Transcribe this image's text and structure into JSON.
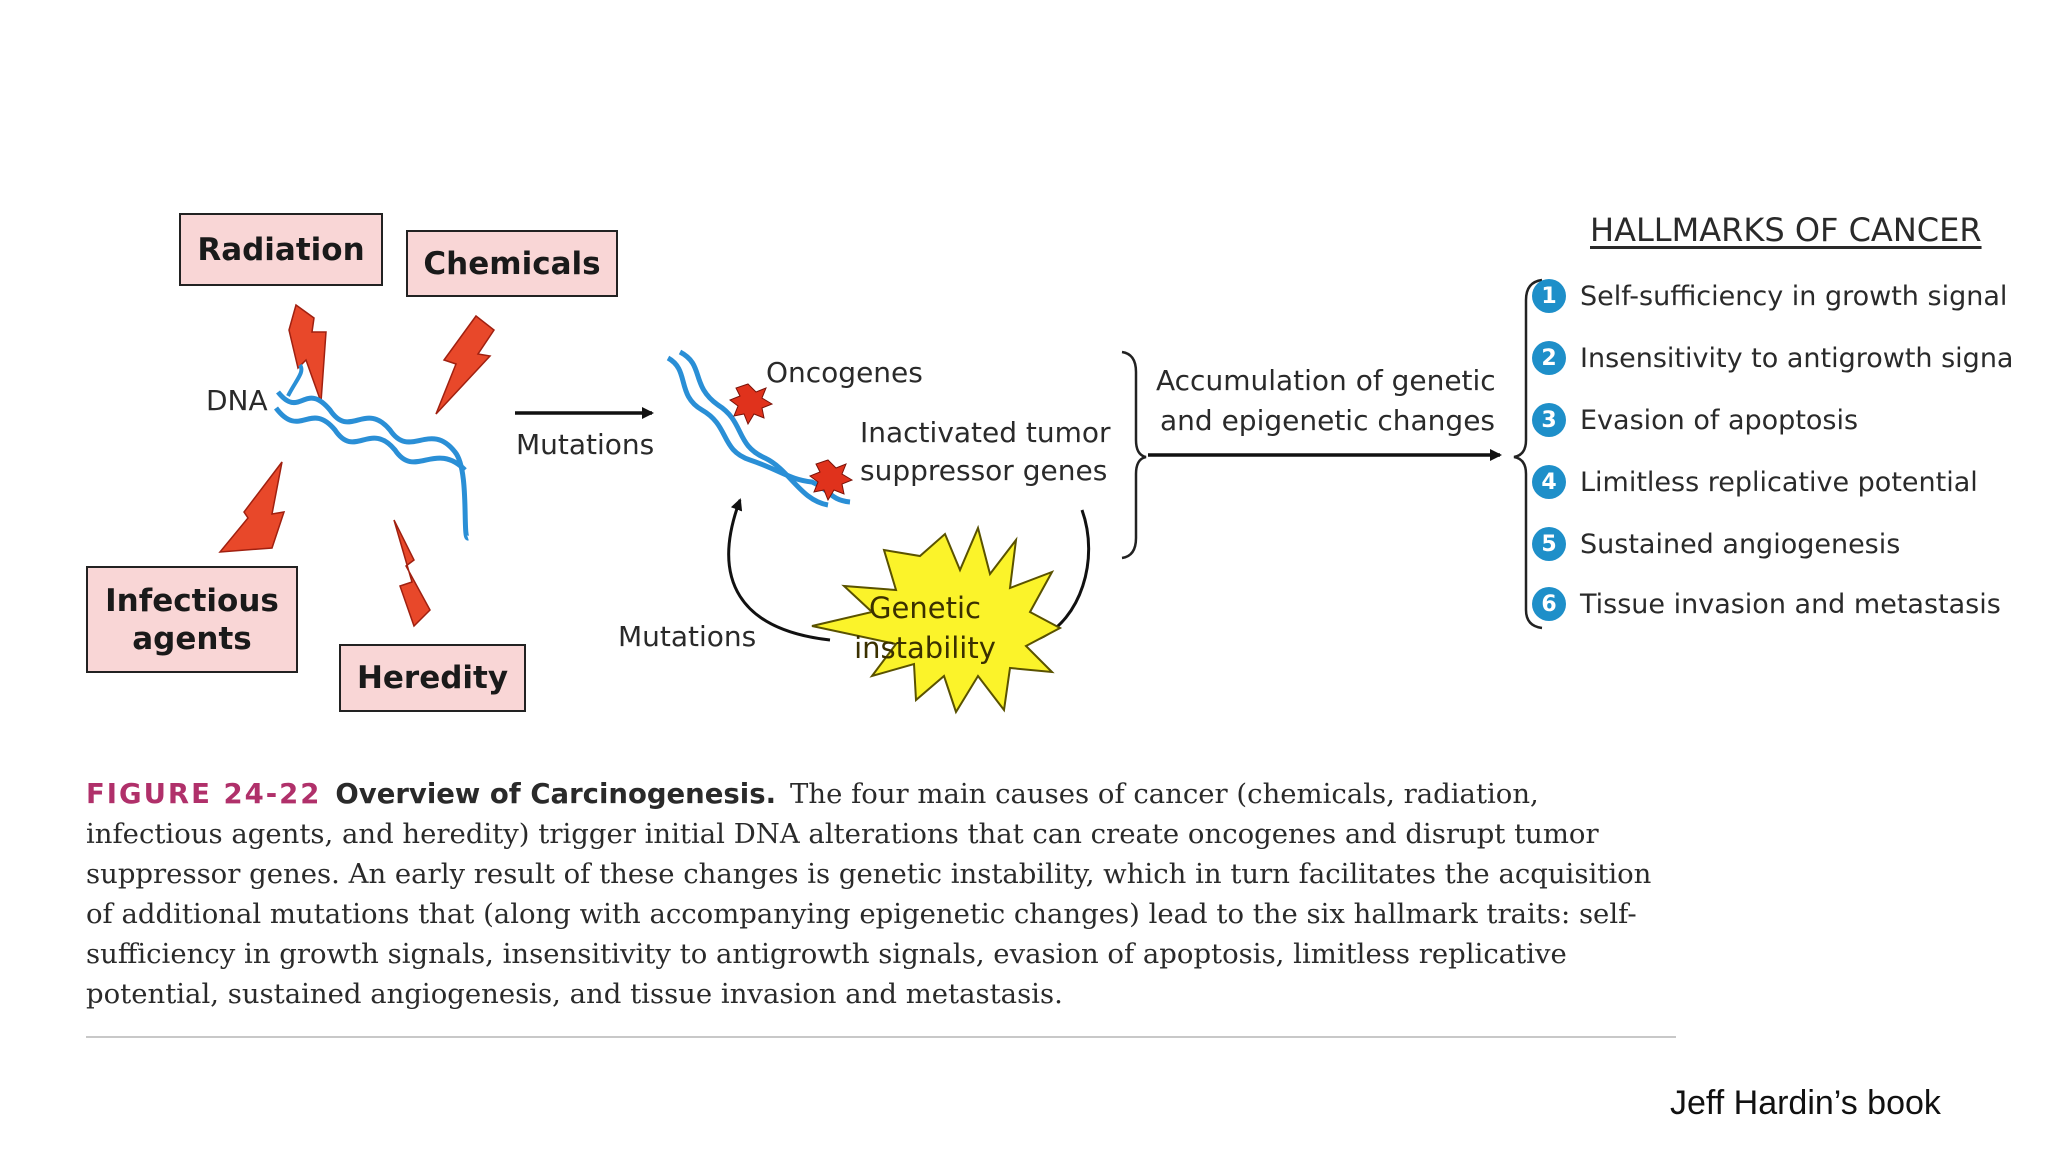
{
  "causes": {
    "radiation": "Radiation",
    "chemicals": "Chemicals",
    "infectious": "Infectious agents",
    "heredity": "Heredity"
  },
  "labels": {
    "dna": "DNA",
    "mutations_top": "Mutations",
    "mutations_bottom": "Mutations",
    "oncogenes": "Oncogenes",
    "inactivated_line1": "Inactivated tumor",
    "inactivated_line2": "suppressor genes",
    "accumulation_line1": "Accumulation of genetic",
    "accumulation_line2": "and epigenetic changes",
    "genetic_instability": "Genetic instability"
  },
  "hallmarks": {
    "title": "HALLMARKS OF CANCER",
    "items": [
      {
        "num": "1",
        "text": "Self-sufficiency in growth signal"
      },
      {
        "num": "2",
        "text": "Insensitivity to antigrowth signa"
      },
      {
        "num": "3",
        "text": "Evasion of apoptosis"
      },
      {
        "num": "4",
        "text": "Limitless replicative potential"
      },
      {
        "num": "5",
        "text": "Sustained angiogenesis"
      },
      {
        "num": "6",
        "text": "Tissue invasion and metastasis"
      }
    ]
  },
  "caption": {
    "figure_number": "FIGURE 24-22",
    "figure_title": "Overview of Carcinogenesis.",
    "text": "The four main causes of cancer (chemicals, radiation, infectious agents, and heredity) trigger initial DNA alterations that can create oncogenes and disrupt tumor suppressor genes. An early result of these changes is genetic instability, which in turn facilitates the acquisition of additional mutations that (along with accompanying epigenetic changes) lead to the six hallmark traits: self-sufficiency in growth signals, insensitivity to antigrowth signals, evasion of apoptosis, limitless replicative potential, sustained angiogenesis, and tissue invasion and metastasis."
  },
  "credit": "Jeff Hardin’s book",
  "colors": {
    "cause_box": "#f9d6d6",
    "bolt": "#e8482a",
    "dna": "#2a8fd6",
    "mutation_spot": "#e0321c",
    "burst": "#fbf32a",
    "hallmark_badge": "#1e8fc9",
    "figure_number": "#b0306a"
  }
}
